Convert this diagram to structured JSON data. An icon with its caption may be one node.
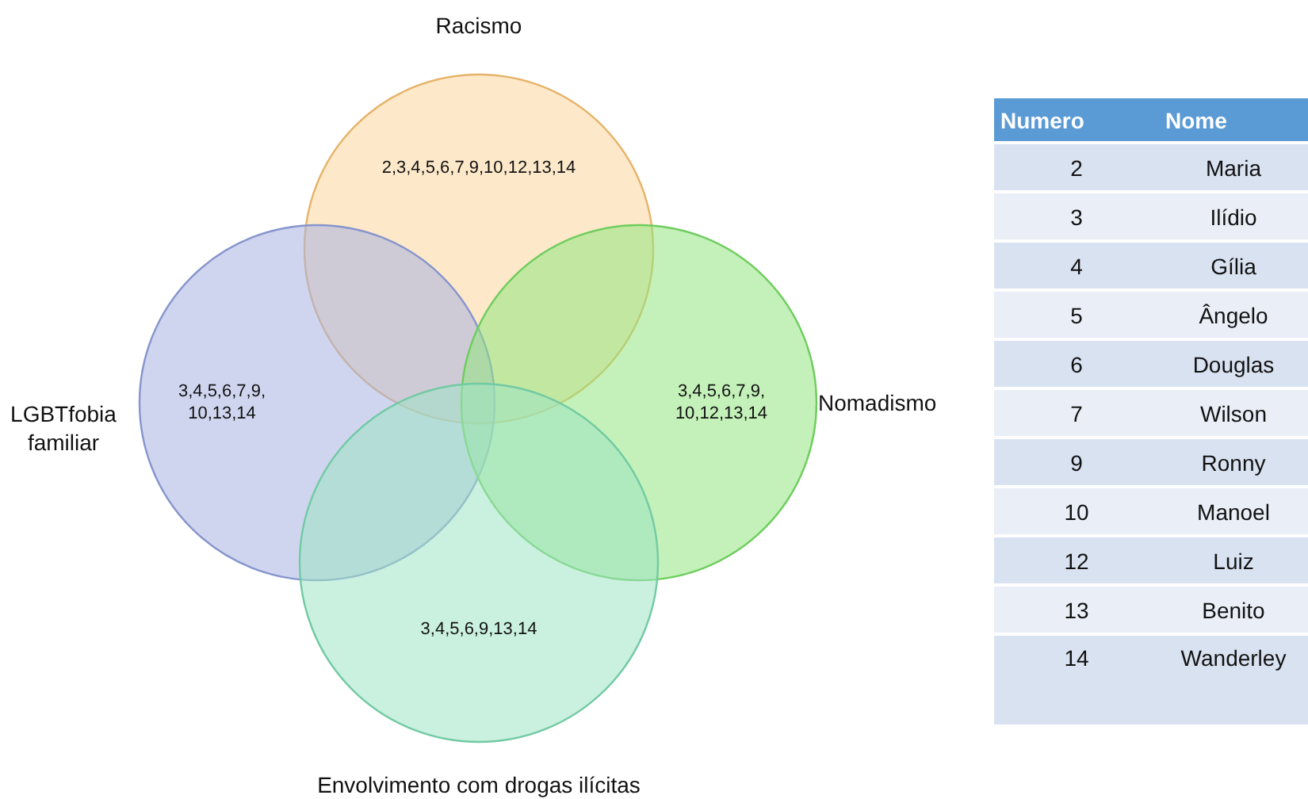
{
  "diagram": {
    "nodes": [
      {
        "text": [
          "Racismo",
          "2,3,4,5,6,7,9,10,12,13,14"
        ]
      },
      {
        "text": [
          "LGBTfobia familiar",
          "3,4,5,6,7,9, 10,13,14"
        ]
      },
      {
        "text": [
          "3,4,5,6,7,9, 10,12,13,14",
          "Nomadismo"
        ]
      },
      {
        "text": [
          "3,4,5,6,9,13,14",
          "Envolvimento com drogas ilícitas"
        ]
      }
    ],
    "labels": [
      "Numero",
      "Nome",
      "2",
      "Maria",
      "3",
      "Ilídio",
      "4",
      "Gília",
      "5",
      "Ângelo",
      "6",
      "Douglas",
      "7",
      "Wilson",
      "9",
      "Ronny",
      "10",
      "Manoel",
      "12",
      "Luiz",
      "13",
      "Benito",
      "14",
      "Wanderley"
    ]
  }
}
